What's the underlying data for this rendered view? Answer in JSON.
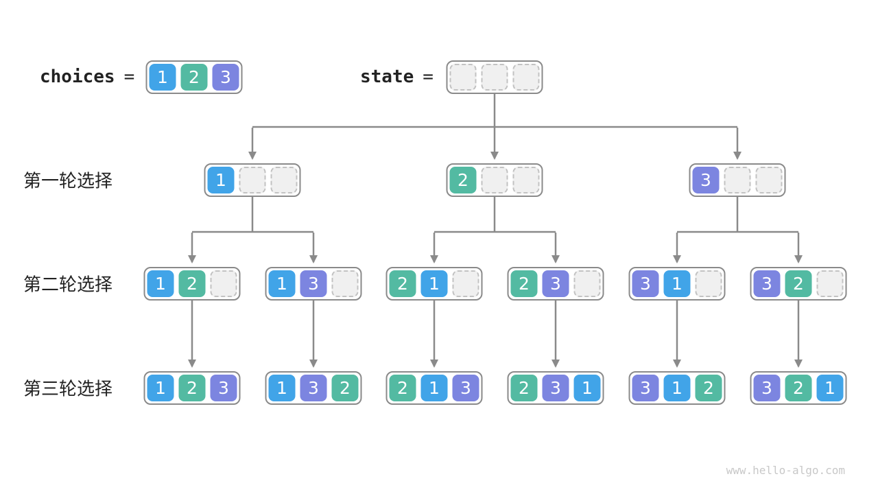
{
  "palette": {
    "blue": "#41A4E8",
    "teal": "#53BAA2",
    "purple": "#7C85E0",
    "line": "#8A8A8A",
    "box_border": "#8A8A8A",
    "empty_fill": "#F0F0F0",
    "empty_border": "#C2C2C2",
    "tile_text": "#FFFFFF",
    "label_text": "#222222",
    "watermark_text": "#C8C8C8",
    "background": "#FFFFFF"
  },
  "header": {
    "choices_label": "choices",
    "state_label": "state",
    "equals": "="
  },
  "choices": {
    "tiles": [
      "1",
      "2",
      "3"
    ]
  },
  "state": {
    "tiles": [
      "",
      "",
      ""
    ]
  },
  "rows": [
    {
      "label": "第一轮选择",
      "boxes": [
        [
          "1",
          "",
          ""
        ],
        [
          "2",
          "",
          ""
        ],
        [
          "3",
          "",
          ""
        ]
      ]
    },
    {
      "label": "第二轮选择",
      "boxes": [
        [
          "1",
          "2",
          ""
        ],
        [
          "1",
          "3",
          ""
        ],
        [
          "2",
          "1",
          ""
        ],
        [
          "2",
          "3",
          ""
        ],
        [
          "3",
          "1",
          ""
        ],
        [
          "3",
          "2",
          ""
        ]
      ]
    },
    {
      "label": "第三轮选择",
      "boxes": [
        [
          "1",
          "2",
          "3"
        ],
        [
          "1",
          "3",
          "2"
        ],
        [
          "2",
          "1",
          "3"
        ],
        [
          "2",
          "3",
          "1"
        ],
        [
          "3",
          "1",
          "2"
        ],
        [
          "3",
          "2",
          "1"
        ]
      ]
    }
  ],
  "watermark": {
    "text": "www.hello-algo.com"
  }
}
